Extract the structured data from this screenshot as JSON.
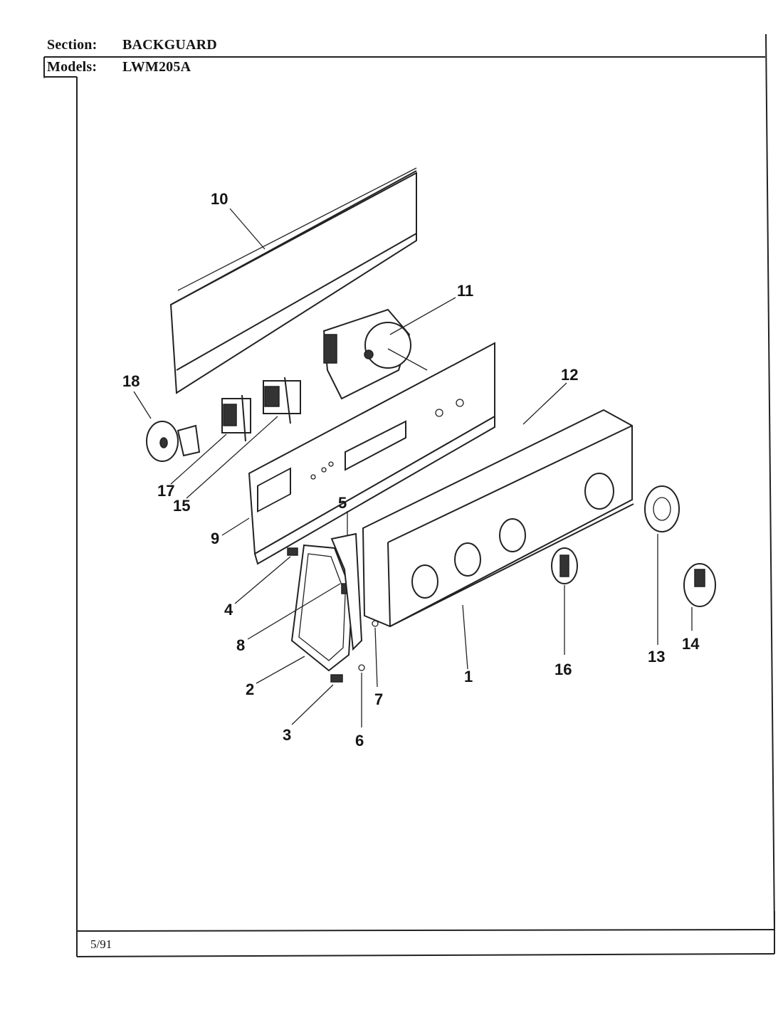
{
  "header": {
    "section_label": "Section:",
    "section_value": "BACKGUARD",
    "models_label": "Models:",
    "models_value": "LWM205A"
  },
  "footer": {
    "date": "5/91"
  },
  "callouts": [
    "10",
    "11",
    "12",
    "18",
    "17",
    "15",
    "9",
    "5",
    "4",
    "8",
    "2",
    "3",
    "6",
    "7",
    "1",
    "16",
    "13",
    "14"
  ]
}
